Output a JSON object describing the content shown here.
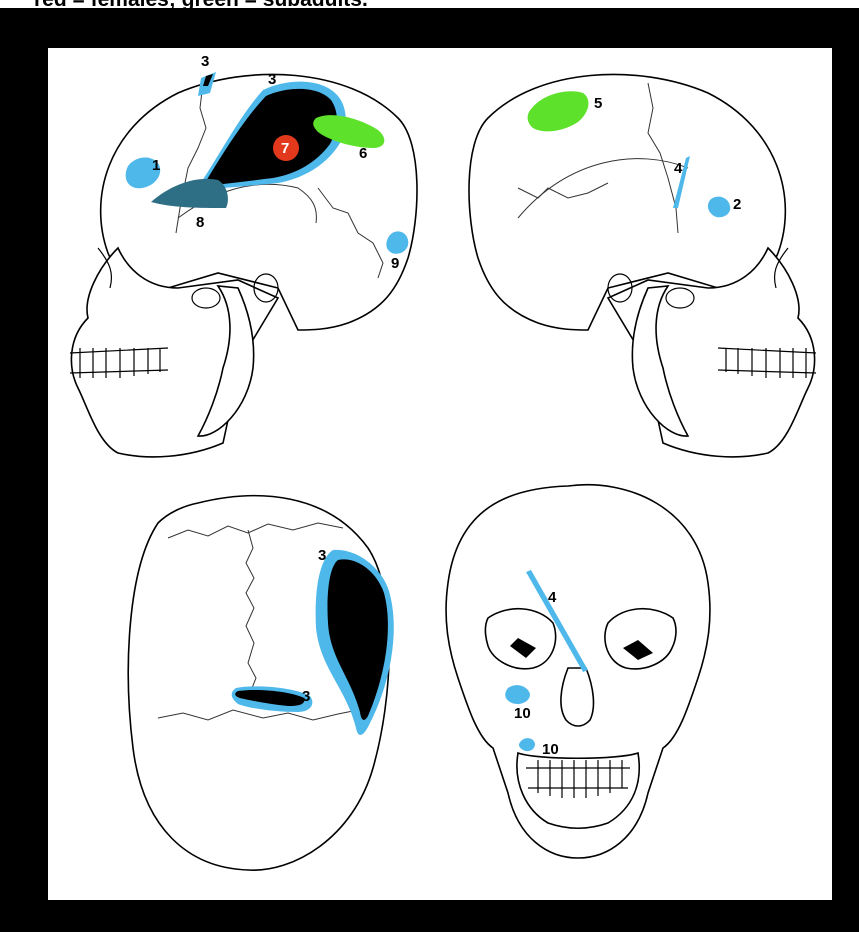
{
  "caption": "red = females; green = subadults.",
  "colors": {
    "background_frame": "#000000",
    "canvas": "#ffffff",
    "light_blue": "#4fb8ea",
    "dark_teal": "#2f6f86",
    "green": "#5de12a",
    "red": "#e2391c",
    "black": "#000000"
  },
  "views": [
    {
      "name": "left-lateral",
      "labels": [
        {
          "id": "1",
          "text": "1"
        },
        {
          "id": "3a",
          "text": "3"
        },
        {
          "id": "3b",
          "text": "3"
        },
        {
          "id": "6",
          "text": "6"
        },
        {
          "id": "7",
          "text": "7"
        },
        {
          "id": "8",
          "text": "8"
        },
        {
          "id": "9",
          "text": "9"
        }
      ]
    },
    {
      "name": "right-lateral",
      "labels": [
        {
          "id": "2",
          "text": "2"
        },
        {
          "id": "4",
          "text": "4"
        },
        {
          "id": "5",
          "text": "5"
        }
      ]
    },
    {
      "name": "superior",
      "labels": [
        {
          "id": "3a",
          "text": "3"
        },
        {
          "id": "3b",
          "text": "3"
        }
      ]
    },
    {
      "name": "frontal",
      "labels": [
        {
          "id": "4",
          "text": "4"
        },
        {
          "id": "10a",
          "text": "10"
        },
        {
          "id": "10b",
          "text": "10"
        }
      ]
    }
  ]
}
